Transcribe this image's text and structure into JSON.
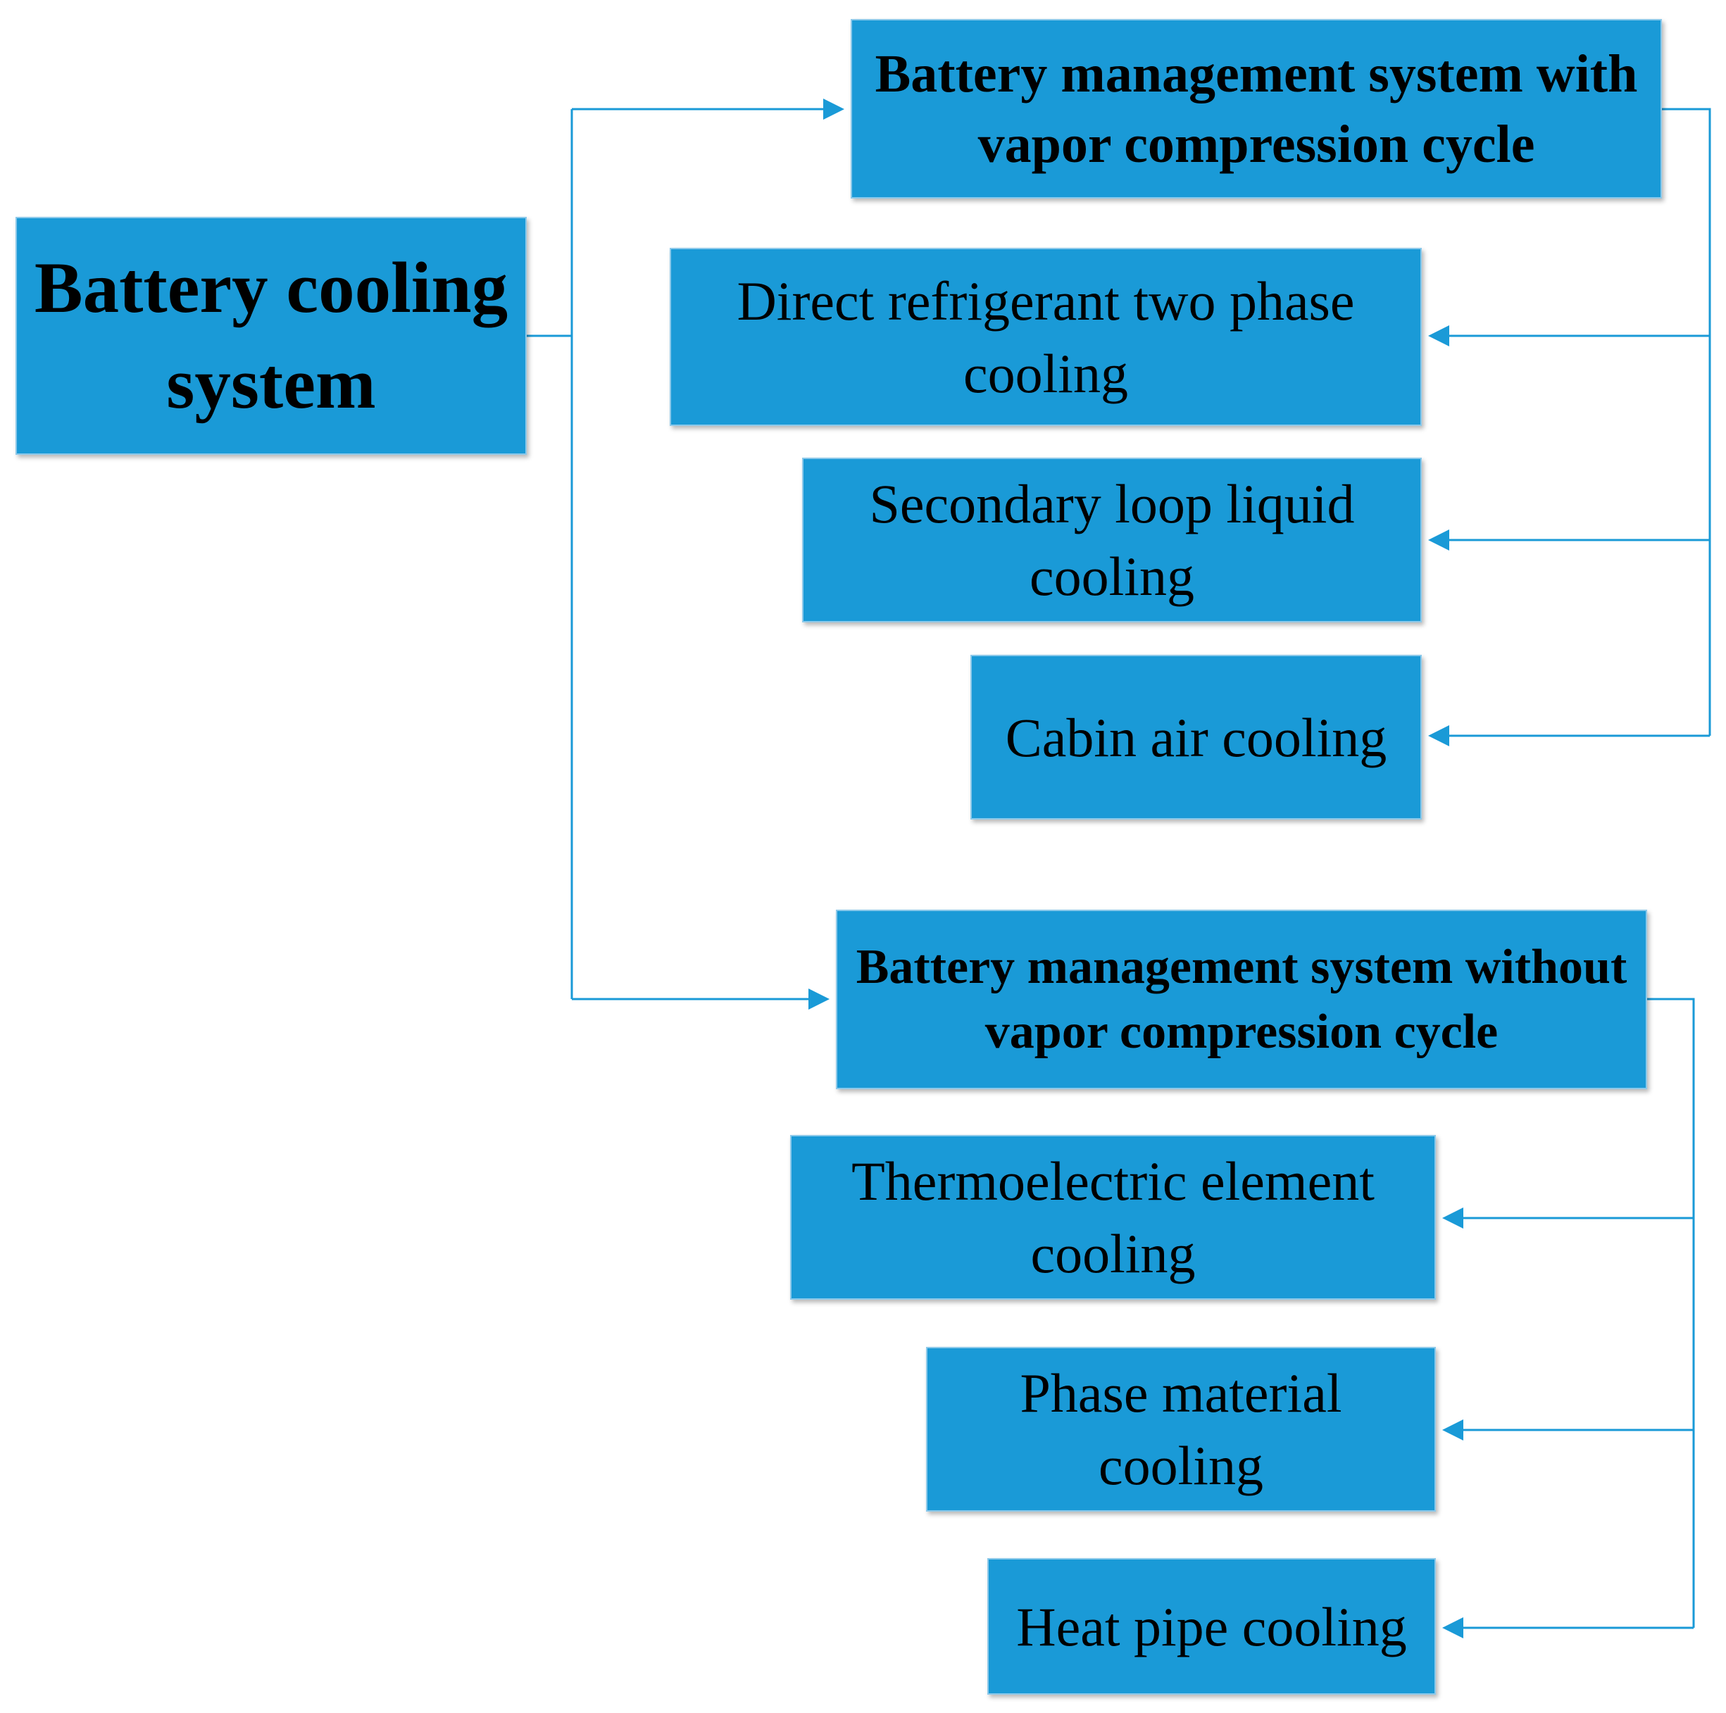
{
  "colors": {
    "box_fill": "#1a9ad7",
    "connector": "#1a9ad7",
    "text": "#000000"
  },
  "root": {
    "label": "Battery cooling system"
  },
  "categories": [
    {
      "label": "Battery management system with vapor compression cycle",
      "children": [
        "Direct refrigerant two phase cooling",
        "Secondary loop liquid cooling",
        "Cabin air cooling"
      ]
    },
    {
      "label": "Battery management system without vapor compression cycle",
      "children": [
        "Thermoelectric element cooling",
        "Phase material cooling",
        "Heat pipe cooling"
      ]
    }
  ]
}
